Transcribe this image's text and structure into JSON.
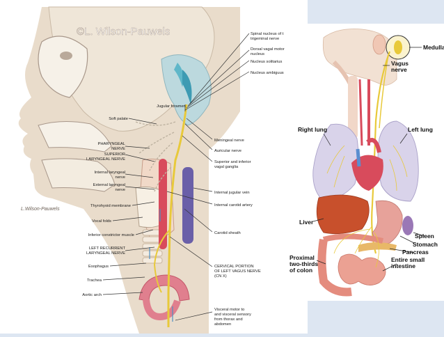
{
  "left": {
    "watermark": "©L. Wilson-Pauwels",
    "signature": "L.Wilson-Pauwels",
    "right_labels": [
      "Spinal nucleus of t",
      "trigeminal nerve",
      "Dorsal vagal motor",
      "nucleus",
      "Nucleus solitarius",
      "Nucleus ambiguus",
      "Jugular foramen",
      "Meningeal nerve",
      "Auricular nerve",
      "Superior and inferior",
      "vagal ganglia",
      "Internal jugular vein",
      "Internal carotid artery",
      "Carotid sheath",
      "CERVICAL PORTION",
      "OF LEFT VAGUS NERVE",
      "(CN X)",
      "Visceral motor to",
      "and visceral sensory",
      "from thorax and",
      "abdomen"
    ],
    "left_labels": [
      "Soft palate",
      "PHARYNGEAL",
      "NERVE",
      "SUPERIOR",
      "LARYNGEAL NERVE",
      "Internal laryngeal",
      "nerve",
      "External laryngeal",
      "nerve",
      "Thyrohyoid membrane",
      "Vocal folds",
      "Inferior constrictor muscle",
      "LEFT RECURRENT",
      "LARYNGEAL NERVE",
      "Esophagus",
      "Trachea",
      "Aortic arch"
    ]
  },
  "right": {
    "labels": {
      "medulla": "Medulla",
      "vagus1": "Vagus",
      "vagus2": "nerve",
      "right_lung": "Right lung",
      "left_lung": "Left lung",
      "liver": "Liver",
      "spleen": "Spleen",
      "stomach": "Stomach",
      "pancreas": "Pancreas",
      "colon1": "Proximal",
      "colon2": "two-thirds",
      "colon3": "of colon",
      "intestine1": "Entire small",
      "intestine2": "intestine"
    }
  },
  "colors": {
    "skin": "#e9dccb",
    "bone": "#f3ece0",
    "nerve": "#e8c93a",
    "artery": "#d84b5c",
    "vein": "#6a5fa8",
    "lung": "#d9d3ea",
    "liver": "#c8502c",
    "stomach": "#e7a29a",
    "intestine": "#e48c7e"
  }
}
